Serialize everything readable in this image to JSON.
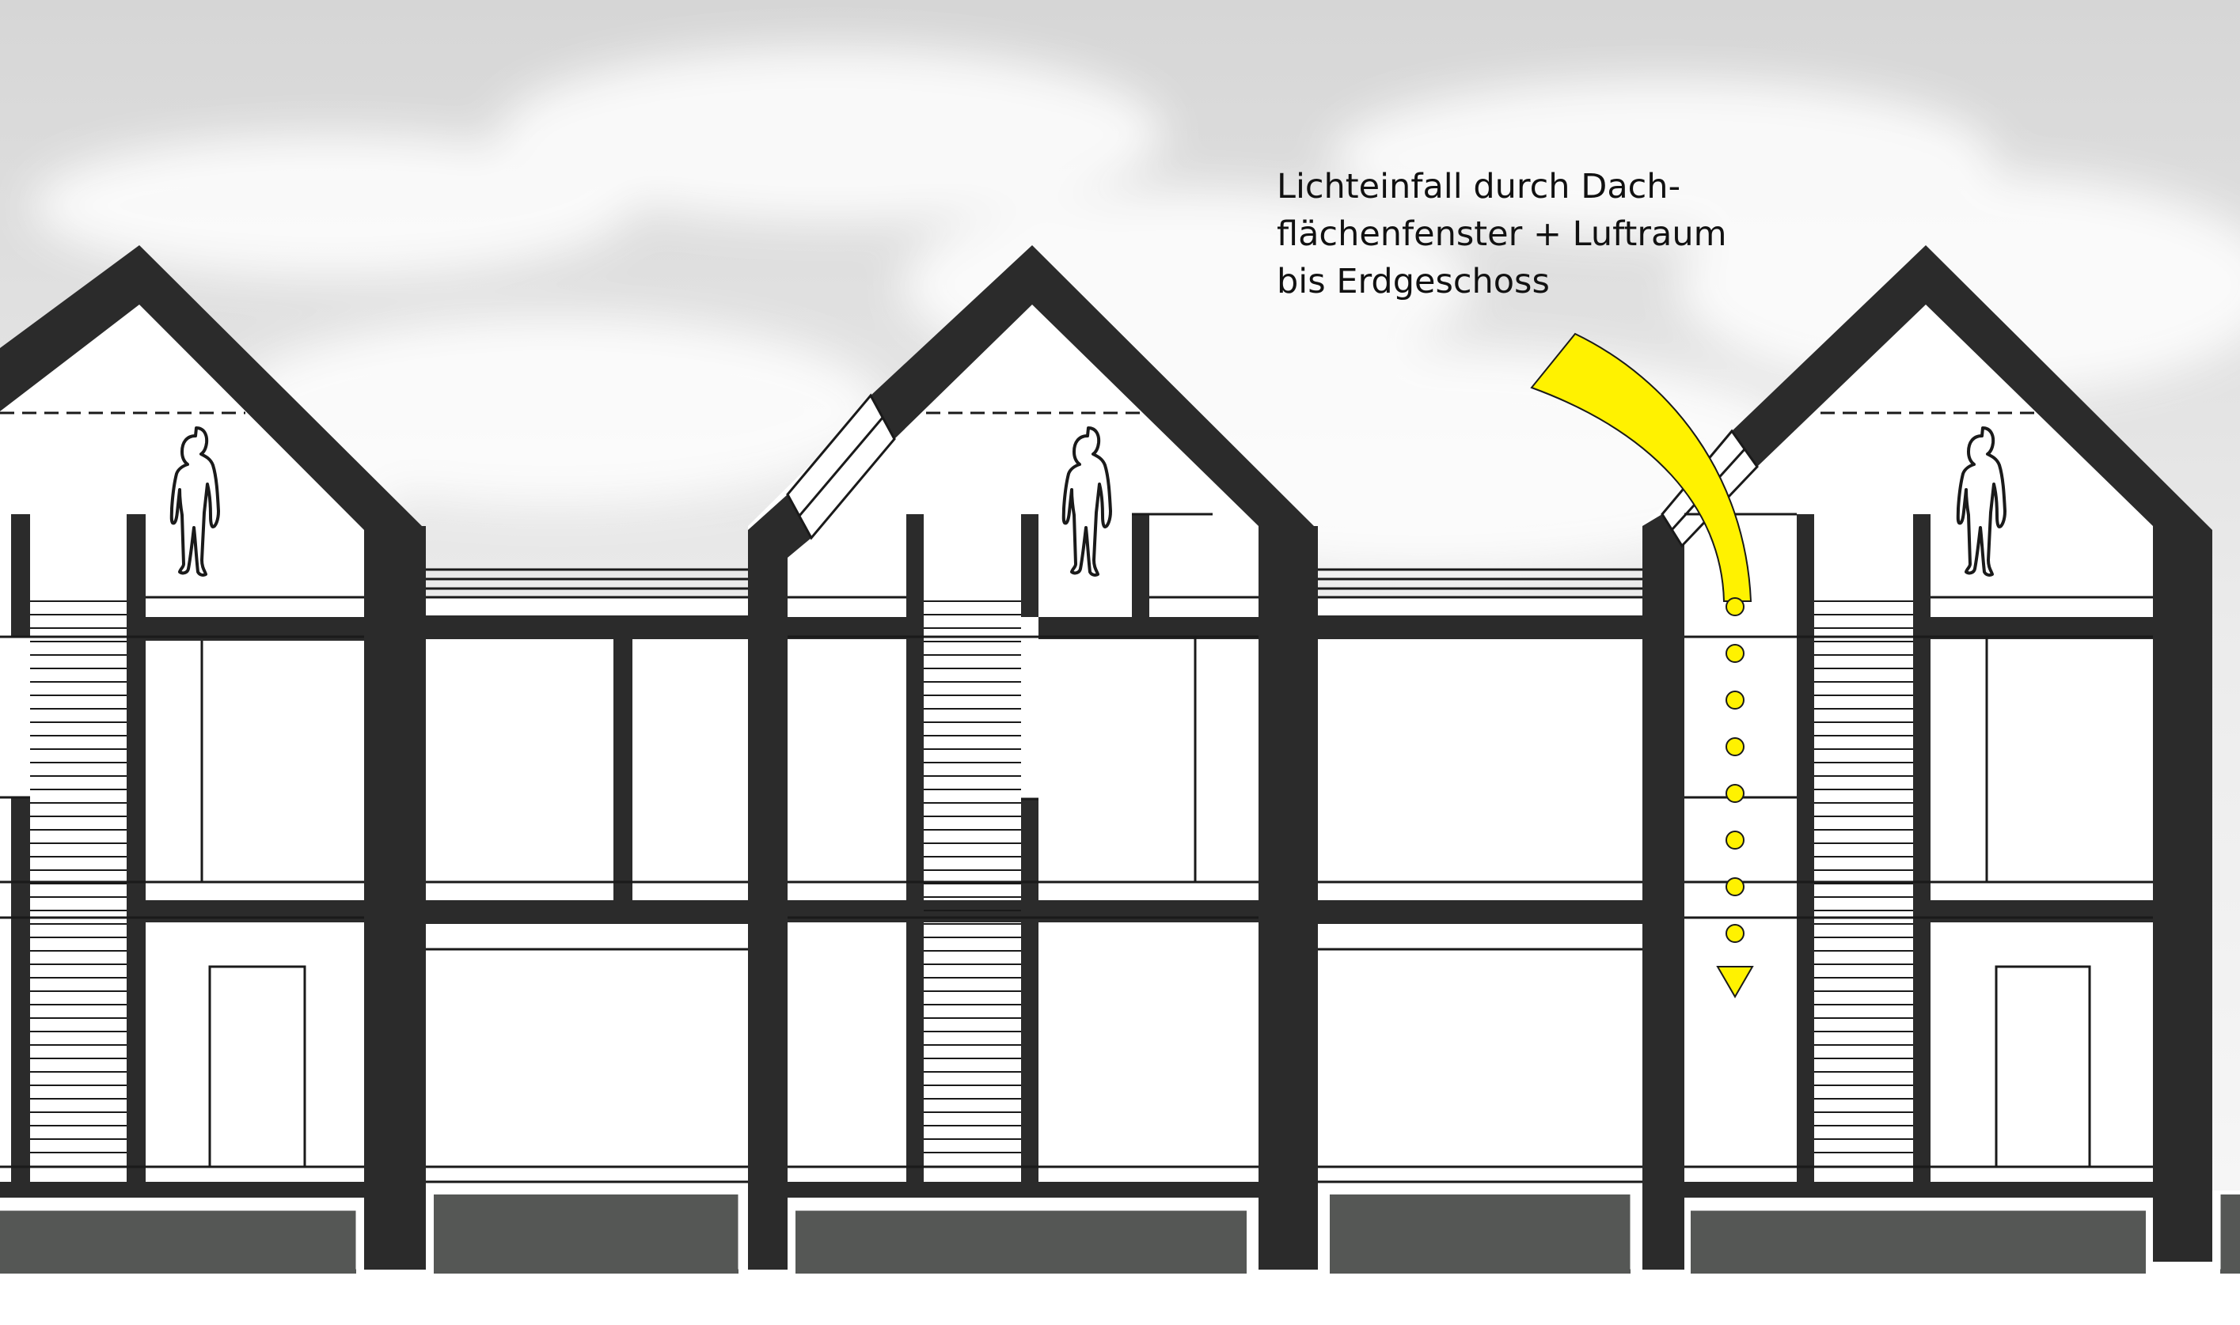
{
  "annotation": {
    "lines": [
      "Lichteinfall durch Dach-",
      "flächenfenster + Luftraum",
      "bis Erdgeschoss"
    ]
  },
  "colors": {
    "wall": "#2b2b2b",
    "ground": "#555755",
    "sky": "#e2e2e2",
    "light": "#fff200",
    "line": "#1a1a1a"
  },
  "icons": {
    "person": "person-silhouette-icon",
    "light_arrow": "light-beam-arrow-icon"
  }
}
